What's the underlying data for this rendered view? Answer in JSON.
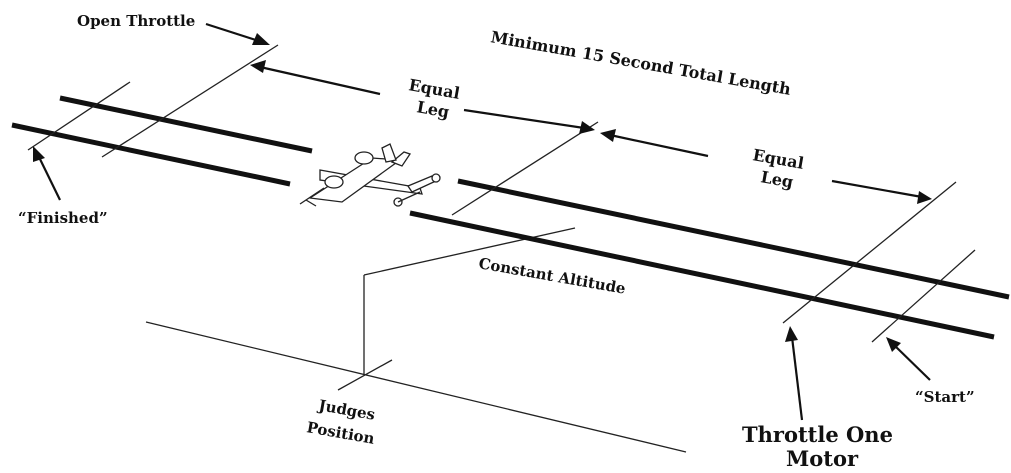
{
  "labels": {
    "open_throttle": "Open Throttle",
    "minimum_length": "Minimum 15 Second Total Length",
    "equal_leg_1_line1": "Equal",
    "equal_leg_1_line2": "Leg",
    "equal_leg_2_line1": "Equal",
    "equal_leg_2_line2": "Leg",
    "finished": "“Finished”",
    "constant_altitude": "Constant Altitude",
    "judges_line1": "Judges",
    "judges_line2": "Position",
    "start": "“Start”",
    "throttle_one_line1": "Throttle One",
    "throttle_one_line2": "Motor"
  },
  "icons": {
    "aircraft": "twin-engine-airplane-icon"
  }
}
